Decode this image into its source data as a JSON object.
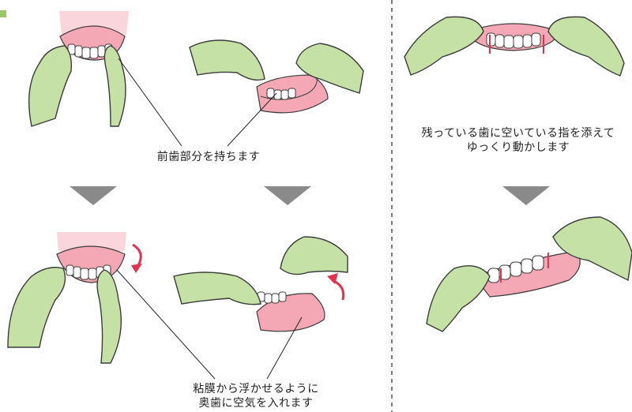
{
  "captions": {
    "hold_front": "前歯部分を持ちます",
    "fingers_line1": "残っている歯に空いている指を添えて",
    "fingers_line2": "ゆっくり動かします",
    "air_line1": "粘膜から浮かせるように",
    "air_line2": "奥歯に空気を入れます"
  },
  "colors": {
    "glove": "#c5e1a5",
    "glove_outline": "#3c3c3c",
    "gum": "#f4a7b4",
    "gum_light": "#fbd5dc",
    "teeth": "#ffffff",
    "arrow_gray": "#8a8a8a",
    "rotate_arrow": "#e0334f",
    "divider": "#555555",
    "corner_mark": "#9cc66c"
  }
}
